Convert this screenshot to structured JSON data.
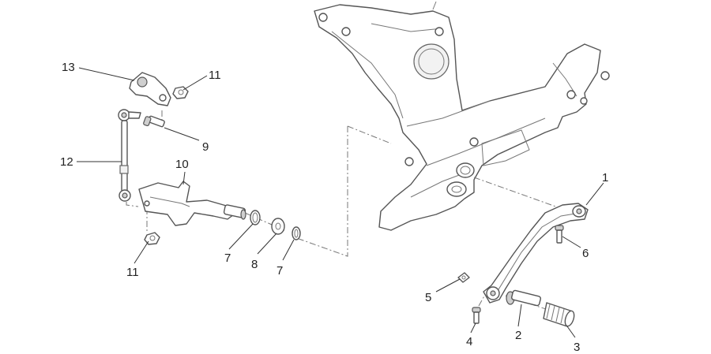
{
  "callouts": [
    {
      "id": "c1",
      "text": "1"
    },
    {
      "id": "c2",
      "text": "2"
    },
    {
      "id": "c3",
      "text": "3"
    },
    {
      "id": "c4",
      "text": "4"
    },
    {
      "id": "c5",
      "text": "5"
    },
    {
      "id": "c6",
      "text": "6"
    },
    {
      "id": "c7a",
      "text": "7"
    },
    {
      "id": "c7b",
      "text": "7"
    },
    {
      "id": "c8",
      "text": "8"
    },
    {
      "id": "c9",
      "text": "9"
    },
    {
      "id": "c10",
      "text": "10"
    },
    {
      "id": "c11a",
      "text": "11"
    },
    {
      "id": "c11b",
      "text": "11"
    },
    {
      "id": "c12",
      "text": "12"
    },
    {
      "id": "c13",
      "text": "13"
    }
  ]
}
